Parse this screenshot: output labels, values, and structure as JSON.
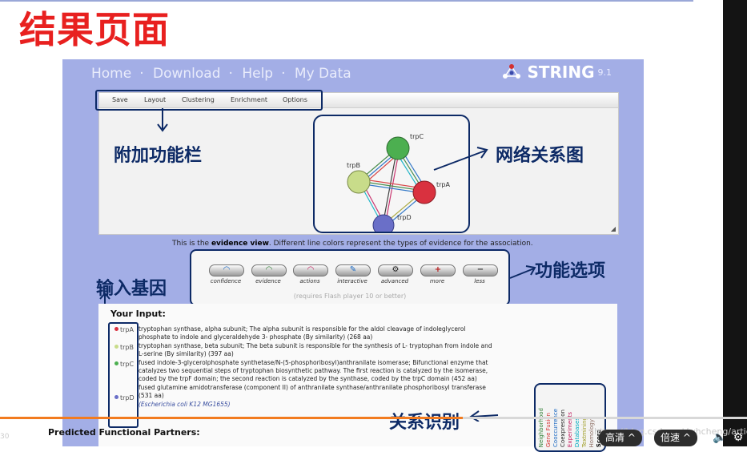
{
  "slide_title": "结果页面",
  "nav": {
    "items": [
      "Home",
      "Download",
      "Help",
      "My Data"
    ]
  },
  "logo": {
    "name": "STRING",
    "version": "9.1"
  },
  "toolbar": {
    "items": [
      "Save",
      "Layout",
      "Clustering",
      "Enrichment",
      "Options"
    ]
  },
  "network": {
    "nodes": [
      {
        "label": "trpC",
        "color": "#4caf50"
      },
      {
        "label": "trpB",
        "color": "#c8dc8a"
      },
      {
        "label": "trpA",
        "color": "#d9313f"
      },
      {
        "label": "trpD",
        "color": "#6a6fc8"
      }
    ]
  },
  "annotations": {
    "toolbar_label": "附加功能栏",
    "network_label": "网络关系图",
    "function_label": "功能选项",
    "input_label": "输入基因",
    "legend_label": "关系识别"
  },
  "evidence": {
    "before": "This is the ",
    "bold": "evidence view",
    "after": ". Different line colors represent the types of evidence for the association."
  },
  "functions": {
    "buttons": [
      {
        "label": "confidence",
        "glyph": "◠"
      },
      {
        "label": "evidence",
        "glyph": "◠"
      },
      {
        "label": "actions",
        "glyph": "◠"
      },
      {
        "label": "interactive",
        "glyph": "✎"
      },
      {
        "label": "advanced",
        "glyph": "⚙"
      },
      {
        "label": "more",
        "glyph": "+"
      },
      {
        "label": "less",
        "glyph": "−"
      }
    ],
    "note": "(requires Flash player 10 or better)"
  },
  "input": {
    "title": "Your Input:",
    "genes": [
      {
        "name": "trpA",
        "color": "#d9313f"
      },
      {
        "name": "trpB",
        "color": "#c8dc8a"
      },
      {
        "name": "trpC",
        "color": "#4caf50"
      },
      {
        "name": "trpD",
        "color": "#6a6fc8"
      }
    ],
    "descriptions": [
      "tryptophan synthase, alpha subunit; The alpha subunit is responsible for the aldol cleavage of indoleglycerol phosphate to indole and glyceraldehyde 3- phosphate (By similarity) (268 aa)",
      "tryptophan synthase, beta subunit; The beta subunit is responsible for the synthesis of L- tryptophan from indole and L-serine (By similarity) (397 aa)",
      "fused indole-3-glycerolphosphate synthetase/N-(5-phosphoribosyl)anthranilate isomerase; Bifunctional enzyme that catalyzes two sequential steps of tryptophan biosynthetic pathway. The first reaction is catalyzed by the isomerase, coded by the trpF domain; the second reaction is catalyzed by the synthase, coded by the trpC domain (452 aa)",
      "fused glutamine amidotransferase (component II) of anthranilate synthase/anthranilate phosphoribosyl transferase (531 aa)"
    ],
    "organism": "(Escherichia coli K12 MG1655)"
  },
  "legend": {
    "items": [
      {
        "label": "Neighborhood",
        "color": "#2e7d32"
      },
      {
        "label": "Gene Fusion",
        "color": "#d32f2f"
      },
      {
        "label": "Cooccurrence",
        "color": "#1565c0"
      },
      {
        "label": "Coexpression",
        "color": "#212121"
      },
      {
        "label": "Experiments",
        "color": "#c2185b"
      },
      {
        "label": "Databases",
        "color": "#00acc1"
      },
      {
        "label": "Textmining",
        "color": "#9e9d24"
      },
      {
        "label": "Homology",
        "color": "#8d6e63"
      },
      {
        "label": "Score",
        "color": "#111111"
      }
    ]
  },
  "partners_title": "Predicted Functional Partners:",
  "watermark": "https://blog.csdn.net/whcheng/article",
  "player": {
    "time": "30",
    "quality": "高清",
    "speed": "倍速",
    "progress_fraction": 0.62,
    "accent": "#f27b1f"
  }
}
